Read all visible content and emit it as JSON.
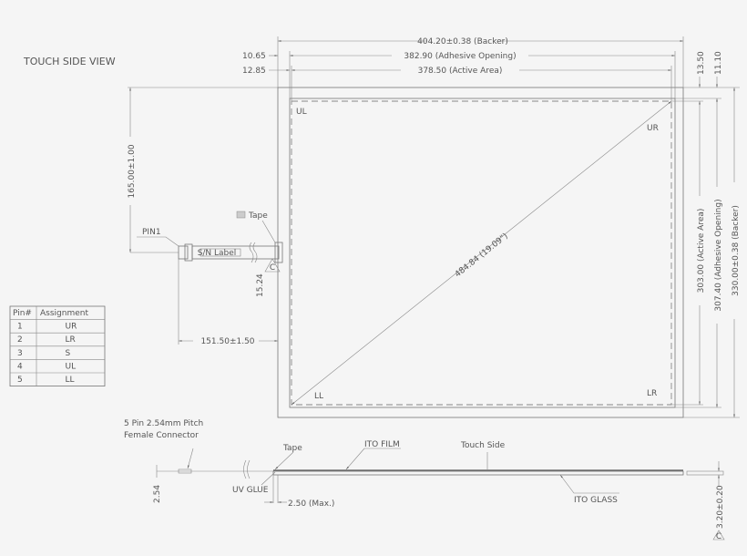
{
  "title": "TOUCH SIDE VIEW",
  "dimensions": {
    "backer_width": "404.20±0.38 (Backer)",
    "adhesive_width": "382.90 (Adhesive Opening)",
    "active_width": "378.50 (Active Area)",
    "left_offset_adhesive": "10.65",
    "left_offset_active": "12.85",
    "top_offset_active": "13.50",
    "top_offset_adhesive": "11.10",
    "active_height": "303.00 (Active Area)",
    "adhesive_height": "307.40 (Adhesive Opening)",
    "backer_height": "330.00±0.38 (Backer)",
    "tail_position": "165.00±1.00",
    "tail_length": "151.50±1.50",
    "tail_width": "15.24",
    "diagonal": "484.84 (19.09\")",
    "pitch": "2.54",
    "glue_max": "2.50 (Max.)",
    "thickness": "3.20±0.20"
  },
  "corners": {
    "ul": "UL",
    "ur": "UR",
    "ll": "LL",
    "lr": "LR"
  },
  "tail": {
    "pin1": "PIN1",
    "sn_label": "S/N Label",
    "tape": "Tape",
    "note_mark": "C"
  },
  "pin_table": {
    "headers": [
      "Pin#",
      "Assignment"
    ],
    "rows": [
      [
        "1",
        "UR"
      ],
      [
        "2",
        "LR"
      ],
      [
        "3",
        "S"
      ],
      [
        "4",
        "UL"
      ],
      [
        "5",
        "LL"
      ]
    ]
  },
  "side_view": {
    "connector_line1": "5 Pin 2.54mm Pitch",
    "connector_line2": "Female Connector",
    "tape": "Tape",
    "uv_glue": "UV GLUE",
    "ito_film": "ITO FILM",
    "touch_side": "Touch Side",
    "ito_glass": "ITO GLASS",
    "note_mark": "C"
  }
}
